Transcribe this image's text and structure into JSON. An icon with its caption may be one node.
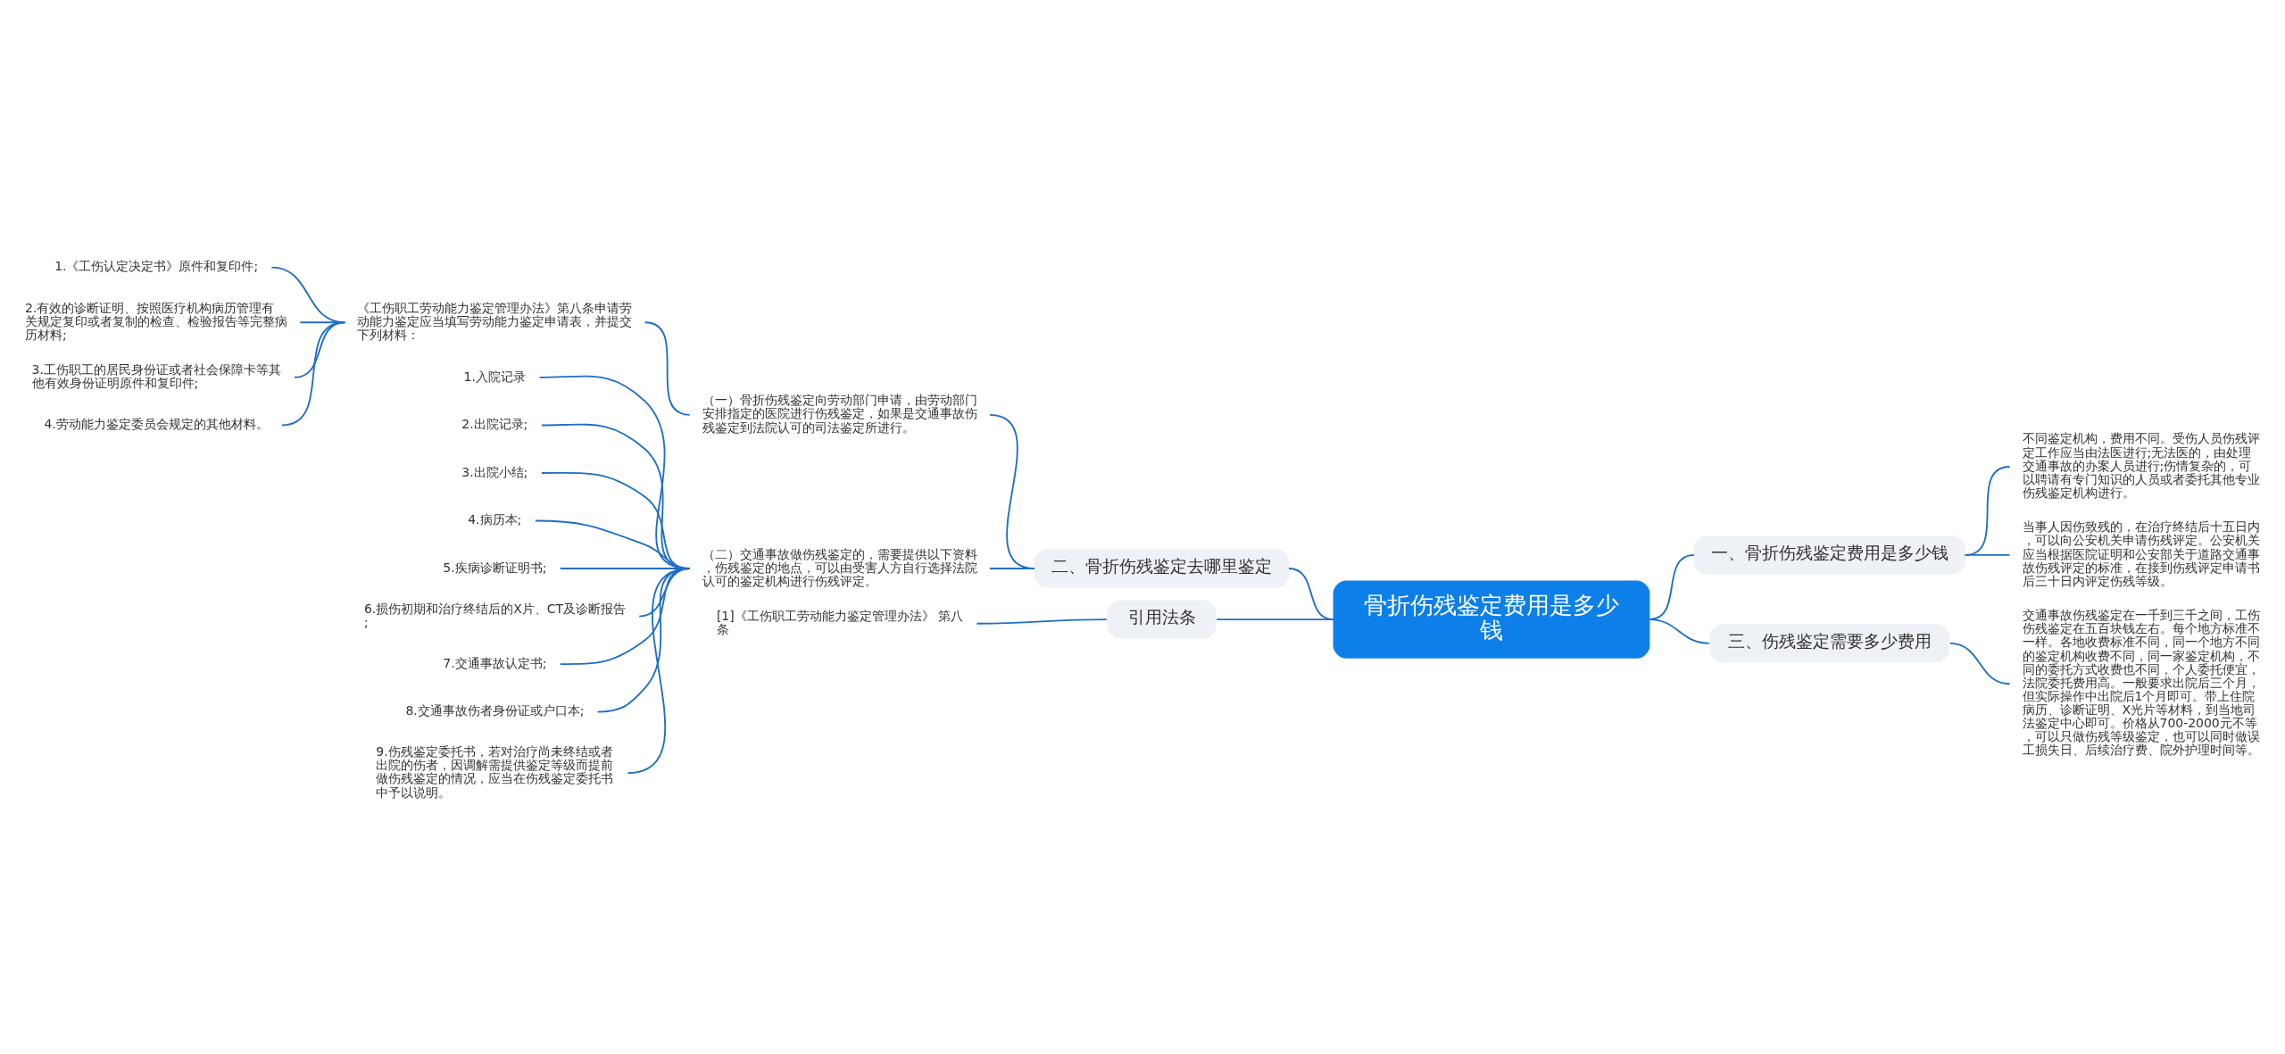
{
  "diagram": {
    "nodes": [
      {
        "text": [
          "骨折伤残鉴定费用是多少钱"
        ]
      },
      {
        "text": [
          "一、骨折伤残鉴定费用是多少钱"
        ]
      },
      {
        "text": [
          "不同鉴定机构，费用不同。受伤人员伤残评定工作应当由法医进行;无法医的，由处理交通事故的办案人员进行;伤情复杂的，可以聘请有专门知识的人员或者委托其他专业伤残鉴定机构进行。"
        ]
      },
      {
        "text": [
          "当事人因伤致残的，在治疗终结后十五日内，可以向公安机关申请伤残评定。公安机关应当根据医院证明和公安部关于道路交通事故伤残评定的标准，在接到伤残评定申请书后三十日内评定伤残等级。"
        ]
      },
      {
        "text": [
          "二、骨折伤残鉴定去哪里鉴定"
        ]
      },
      {
        "text": [
          "（一）骨折伤残鉴定向劳动部门申请，由劳动部门安排指定的医院进行伤残鉴定，如果是交通事故伤残鉴定到法院认可的司法鉴定所进行。"
        ]
      },
      {
        "text": [
          "《工伤职工劳动能力鉴定管理办法》第八条申请劳动能力鉴定应当填写劳动能力鉴定申请表，并提交下列材料："
        ]
      },
      {
        "text": [
          "1.《工伤认定决定书》原件和复印件;"
        ]
      },
      {
        "text": [
          "2.有效的诊断证明、按照医疗机构病历管理有关规定复印或者复制的检查、检验报告等完整病历材料;"
        ]
      },
      {
        "text": [
          "3.工伤职工的居民身份证或者社会保障卡等其他有效身份证明原件和复印件;"
        ]
      },
      {
        "text": [
          "4.劳动能力鉴定委员会规定的其他材料。"
        ]
      },
      {
        "text": [
          "（二）交通事故做伤残鉴定的，需要提供以下资料，伤残鉴定的地点，可以由受害人方自行选择法院认可的鉴定机构进行伤残评定。"
        ]
      },
      {
        "text": [
          "1.入院记录"
        ]
      },
      {
        "text": [
          "2.出院记录;"
        ]
      },
      {
        "text": [
          "3.出院小结;"
        ]
      },
      {
        "text": [
          "4.病历本;"
        ]
      },
      {
        "text": [
          "5.疾病诊断证明书;"
        ]
      },
      {
        "text": [
          "6.损伤初期和治疗终结后的X片、CT及诊断报告;"
        ]
      },
      {
        "text": [
          "7.交通事故认定书;"
        ]
      },
      {
        "text": [
          "8.交通事故伤者身份证或户口本;"
        ]
      },
      {
        "text": [
          "9.伤残鉴定委托书，若对治疗尚未终结或者出院的伤者，因调解需提供鉴定等级而提前做伤残鉴定的情况，应当在伤残鉴定委托书中予以说明。"
        ]
      },
      {
        "text": [
          "三、伤残鉴定需要多少费用"
        ]
      },
      {
        "text": [
          "交通事故伤残鉴定在一千到三千之间，工伤伤残鉴定在五百块钱左右。每个地方标准不一样。各地收费标准不同，同一个地方不同的鉴定机构收费不同，同一家鉴定机构，不同的委托方式收费也不同，个人委托便宜，法院委托费用高。一般要求出院后三个月，但实际操作中出院后1个月即可。带上住院病历、诊断证明、X光片等材料，到当地司法鉴定中心即可。价格从700-2000元不等，可以只做伤残等级鉴定，也可以同时做误工损失日、后续治疗费、院外护理时间等。"
        ]
      },
      {
        "text": [
          "引用法条"
        ]
      },
      {
        "text": [
          "[1]《工伤职工劳动能力鉴定管理办法》 第八条"
        ]
      }
    ],
    "edges": [
      {
        "from": 0,
        "to": 1,
        "arrow": "none"
      },
      {
        "from": 1,
        "to": 2,
        "arrow": "none"
      },
      {
        "from": 1,
        "to": 3,
        "arrow": "none"
      },
      {
        "from": 0,
        "to": 4,
        "arrow": "none"
      },
      {
        "from": 4,
        "to": 5,
        "arrow": "none"
      },
      {
        "from": 5,
        "to": 6,
        "arrow": "none"
      },
      {
        "from": 6,
        "to": 7,
        "arrow": "none"
      },
      {
        "from": 6,
        "to": 8,
        "arrow": "none"
      },
      {
        "from": 6,
        "to": 9,
        "arrow": "none"
      },
      {
        "from": 6,
        "to": 10,
        "arrow": "none"
      },
      {
        "from": 4,
        "to": 11,
        "arrow": "none"
      },
      {
        "from": 11,
        "to": 12,
        "arrow": "none"
      },
      {
        "from": 11,
        "to": 13,
        "arrow": "none"
      },
      {
        "from": 11,
        "to": 14,
        "arrow": "none"
      },
      {
        "from": 11,
        "to": 15,
        "arrow": "none"
      },
      {
        "from": 11,
        "to": 16,
        "arrow": "none"
      },
      {
        "from": 11,
        "to": 17,
        "arrow": "none"
      },
      {
        "from": 11,
        "to": 18,
        "arrow": "none"
      },
      {
        "from": 11,
        "to": 19,
        "arrow": "none"
      },
      {
        "from": 11,
        "to": 20,
        "arrow": "none"
      },
      {
        "from": 0,
        "to": 21,
        "arrow": "none"
      },
      {
        "from": 21,
        "to": 22,
        "arrow": "none"
      },
      {
        "from": 0,
        "to": 23,
        "arrow": "none"
      },
      {
        "from": 23,
        "to": 24,
        "arrow": "none"
      }
    ]
  }
}
